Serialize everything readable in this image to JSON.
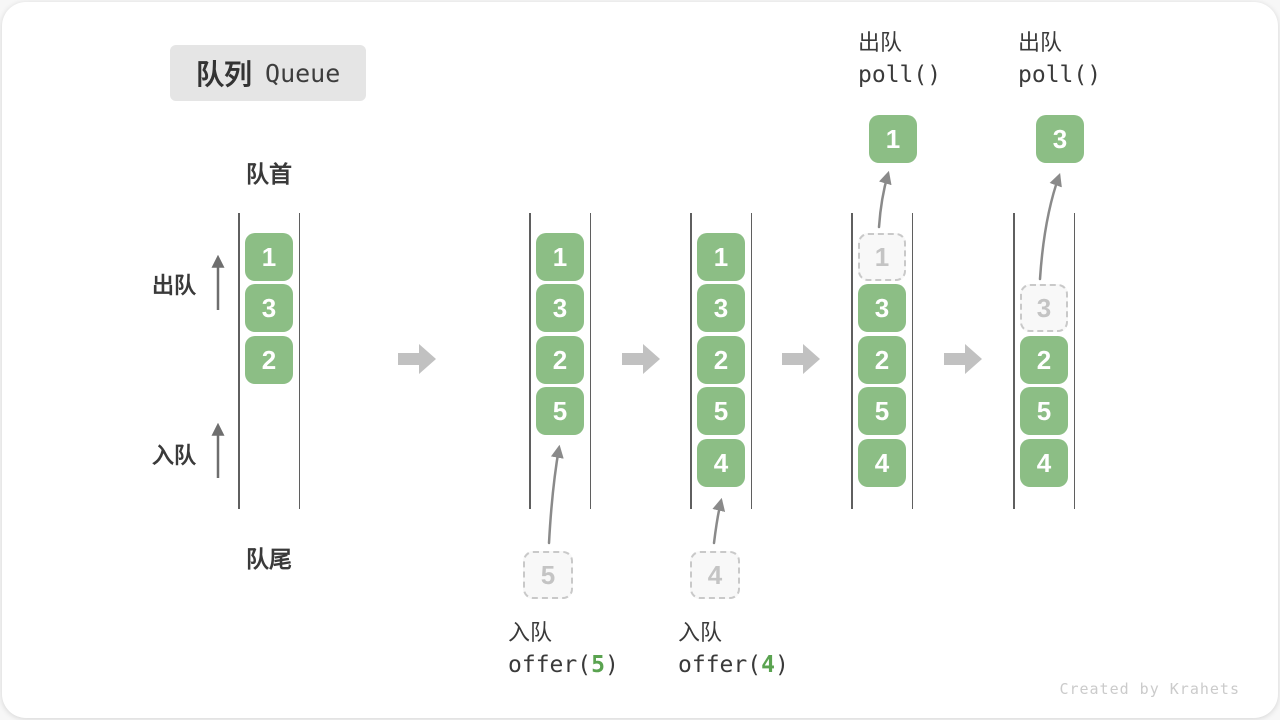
{
  "title": {
    "zh": "队列",
    "en": "Queue"
  },
  "labels": {
    "front": "队首",
    "rear": "队尾",
    "dequeue_side": "出队",
    "enqueue_side": "入队"
  },
  "queues": [
    {
      "cells": [
        {
          "slot": 0,
          "value": "1",
          "style": "filled"
        },
        {
          "slot": 1,
          "value": "3",
          "style": "filled"
        },
        {
          "slot": 2,
          "value": "2",
          "style": "filled"
        }
      ]
    },
    {
      "cells": [
        {
          "slot": 0,
          "value": "1",
          "style": "filled"
        },
        {
          "slot": 1,
          "value": "3",
          "style": "filled"
        },
        {
          "slot": 2,
          "value": "2",
          "style": "filled"
        },
        {
          "slot": 3,
          "value": "5",
          "style": "filled"
        }
      ]
    },
    {
      "cells": [
        {
          "slot": 0,
          "value": "1",
          "style": "filled"
        },
        {
          "slot": 1,
          "value": "3",
          "style": "filled"
        },
        {
          "slot": 2,
          "value": "2",
          "style": "filled"
        },
        {
          "slot": 3,
          "value": "5",
          "style": "filled"
        },
        {
          "slot": 4,
          "value": "4",
          "style": "filled"
        }
      ]
    },
    {
      "cells": [
        {
          "slot": 0,
          "value": "1",
          "style": "dashed"
        },
        {
          "slot": 1,
          "value": "3",
          "style": "filled"
        },
        {
          "slot": 2,
          "value": "2",
          "style": "filled"
        },
        {
          "slot": 3,
          "value": "5",
          "style": "filled"
        },
        {
          "slot": 4,
          "value": "4",
          "style": "filled"
        }
      ]
    },
    {
      "cells": [
        {
          "slot": 1,
          "value": "3",
          "style": "dashed"
        },
        {
          "slot": 2,
          "value": "2",
          "style": "filled"
        },
        {
          "slot": 3,
          "value": "5",
          "style": "filled"
        },
        {
          "slot": 4,
          "value": "4",
          "style": "filled"
        }
      ]
    }
  ],
  "enqueue_ops": [
    {
      "label": "入队",
      "code_prefix": "offer(",
      "arg": "5",
      "code_suffix": ")",
      "pending_value": "5"
    },
    {
      "label": "入队",
      "code_prefix": "offer(",
      "arg": "4",
      "code_suffix": ")",
      "pending_value": "4"
    }
  ],
  "dequeue_ops": [
    {
      "label": "出队",
      "code": "poll()",
      "value": "1"
    },
    {
      "label": "出队",
      "code": "poll()",
      "value": "3"
    }
  ],
  "watermark": "Created by Krahets",
  "colors": {
    "cell_green": "#8cbe85",
    "arg_green": "#5aa350",
    "flow_arrow_gray": "#c1c1c1"
  }
}
